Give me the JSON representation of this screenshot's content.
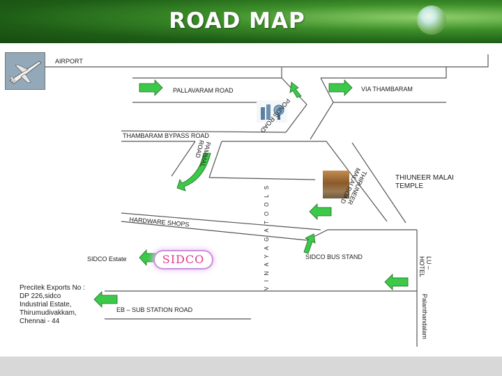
{
  "title": "ROAD MAP",
  "labels": {
    "airport": "AIRPORT",
    "pallavaram_road": "PALLAVARAM ROAD",
    "via_thambaram": "VIA  THAMBARAM",
    "ponds_road": "PONDS ROAD",
    "thambaram_bypass": "THAMBARAM BYPASS ROAD",
    "pammal_road": "PAMMAL ROAD",
    "thiruneer_road": "THIRUNEER MALAI ROAD",
    "thiuneer_temple": "THIUNEER MALAI TEMPLE",
    "hardware_shops": "HARDWARE SHOPS",
    "sidco_estate": "SIDCO Estate",
    "sidco_logo": "SIDCO",
    "sidco_bus_stand": "SIDCO BUS STAND",
    "lu_hotel": "LU – HOTEL",
    "vinayaga_tools": "VINAYAGATOOLS",
    "address": "Precitek Exports No : DP 226,sidco Industrial Estate, Thirumudivakkam, Chennai - 44",
    "eb_sub_station": "EB – SUB STATION ROAD",
    "palanthandalam": "Palanthandalam"
  },
  "icons": [
    "airplane-icon",
    "tank-icon",
    "temple-icon",
    "arrow-icons"
  ]
}
